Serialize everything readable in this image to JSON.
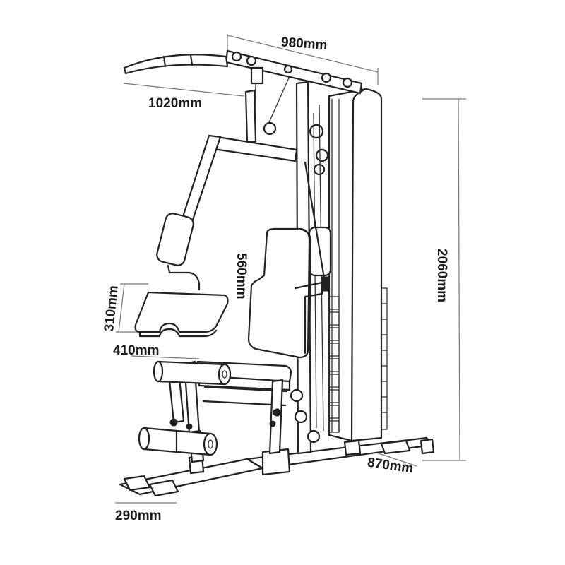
{
  "dimensions": {
    "top_width": "980mm",
    "bar_width": "1020mm",
    "height": "2060mm",
    "back_pad_height": "560mm",
    "preacher_pad_height": "310mm",
    "preacher_pad_width": "410mm",
    "base_depth": "870mm",
    "foot_width": "290mm"
  }
}
